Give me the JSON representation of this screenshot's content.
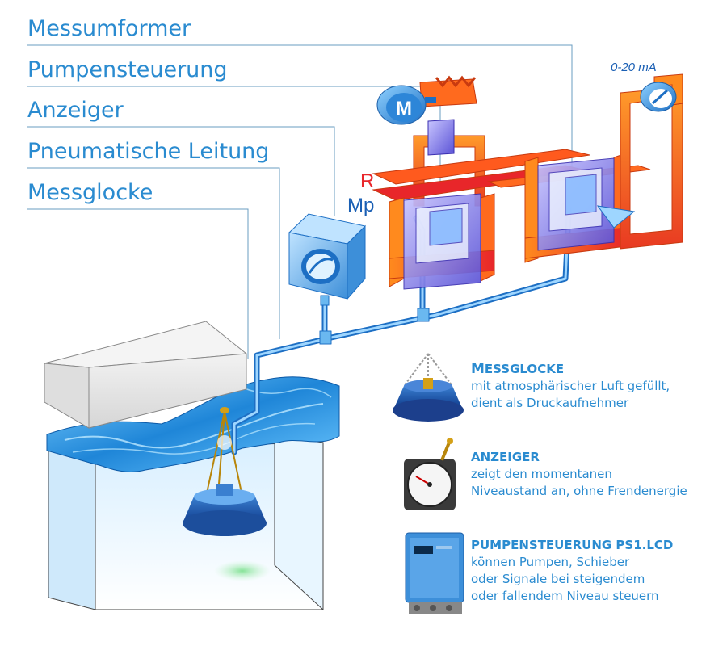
{
  "labels": {
    "messumformer": "Messumformer",
    "pumpensteuerung": "Pumpensteuerung",
    "anzeiger": "Anzeiger",
    "pneumatische_leitung": "Pneumatische Leitung",
    "messglocke": "Messglocke"
  },
  "diagram_tags": {
    "motor": "M",
    "r": "R",
    "mp": "Mp",
    "current": "0-20 mA"
  },
  "legend": [
    {
      "title_initial": "M",
      "title_rest": "ESSGLOCKE",
      "lines": [
        "mit atmosphärischer Luft gefüllt,",
        "dient als Druckaufnehmer"
      ],
      "icon": "bell-sensor-icon"
    },
    {
      "title": "ANZEIGER",
      "lines": [
        "zeigt den momentanen",
        "Niveaustand an, ohne Frendenergie"
      ],
      "icon": "pressure-gauge-icon"
    },
    {
      "title": "PUMPENSTEUERUNG PS1.LCD",
      "lines": [
        "können Pumpen, Schieber",
        "oder Signale bei steigendem",
        "oder fallendem Niveau steuern"
      ],
      "icon": "control-box-icon"
    }
  ],
  "colors": {
    "label_blue": "#2a8bd0",
    "pipe_blue": "#4aa8e8",
    "frame_orange": "#f26a1b",
    "frame_red": "#e8262a",
    "water_blue": "#1f86d8"
  }
}
